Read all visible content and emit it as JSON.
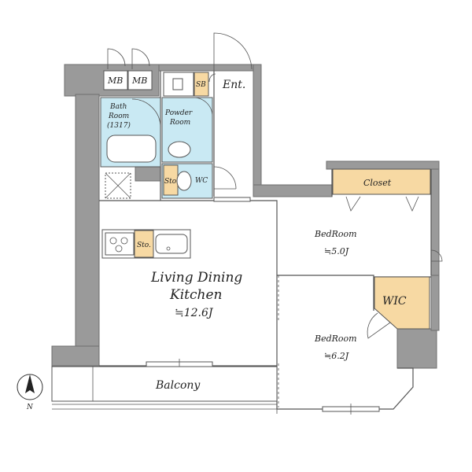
{
  "labels": {
    "mb1": "MB",
    "mb2": "MB",
    "sb": "SB",
    "entrance": "Ent.",
    "bath_room": "Bath",
    "bath_room2": "Room",
    "bath_size": "(1317)",
    "powder_room": "Powder",
    "powder_room2": "Room",
    "storage_wc": "Sto.",
    "wc": "WC",
    "closet": "Closet",
    "storage_kitchen": "Sto.",
    "bedroom_1_name": "BedRoom",
    "bedroom_1_size": "≒5.0J",
    "living_line1": "Living Dining",
    "living_line2": "Kitchen",
    "living_size": "≒12.6J",
    "wic": "WIC",
    "bedroom_2_name": "BedRoom",
    "bedroom_2_size": "≒6.2J",
    "balcony": "Balcony",
    "north": "N"
  },
  "colors": {
    "wall": "#9a9a9a",
    "wet_area": "#c9e9f3",
    "storage": "#f7d9a3"
  }
}
